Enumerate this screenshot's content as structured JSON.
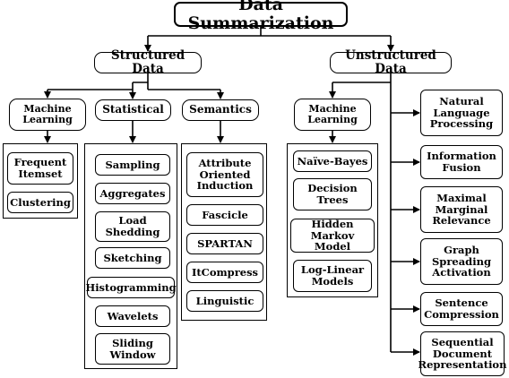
{
  "root": {
    "label": "Data Summarization"
  },
  "structured": {
    "label": "Structured Data",
    "machine_learning": {
      "label": "Machine\nLearning",
      "items": [
        "Frequent\nItemset",
        "Clustering"
      ]
    },
    "statistical": {
      "label": "Statistical",
      "items": [
        "Sampling",
        "Aggregates",
        "Load\nShedding",
        "Sketching",
        "Histogramming",
        "Wavelets",
        "Sliding\nWindow"
      ]
    },
    "semantics": {
      "label": "Semantics",
      "items": [
        "Attribute\nOriented\nInduction",
        "Fascicle",
        "SPARTAN",
        "ItCompress",
        "Linguistic"
      ]
    }
  },
  "unstructured": {
    "label": "Unstructured Data",
    "machine_learning": {
      "label": "Machine\nLearning",
      "items": [
        "Naïve-Bayes",
        "Decision\nTrees",
        "Hidden\nMarkov Model",
        "Log-Linear\nModels"
      ]
    },
    "techniques": [
      "Natural\nLanguage\nProcessing",
      "Information\nFusion",
      "Maximal\nMarginal\nRelevance",
      "Graph\nSpreading\nActivation",
      "Sentence\nCompression",
      "Sequential\nDocument\nRepresentation"
    ]
  }
}
